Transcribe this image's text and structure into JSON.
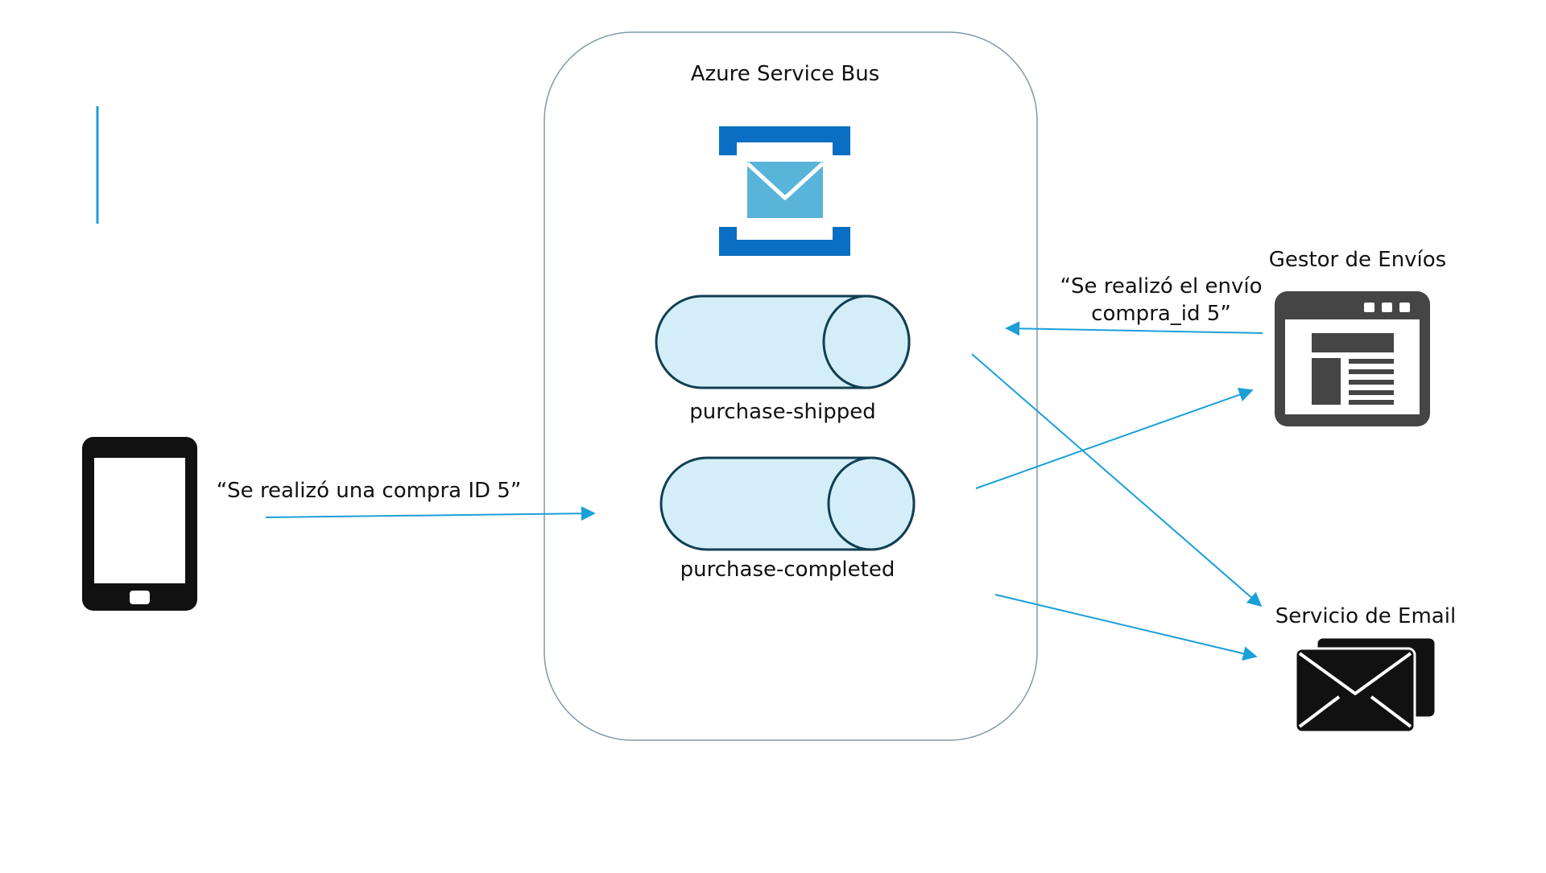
{
  "diagram": {
    "container_title": "Azure Service Bus",
    "queues": [
      {
        "label": "purchase-shipped"
      },
      {
        "label": "purchase-completed"
      }
    ],
    "messages": {
      "purchase": "“Se realizó una compra ID 5”",
      "shipped_line1": "“Se realizó el envío",
      "shipped_line2": "compra_id 5”"
    },
    "services": {
      "shipping": "Gestor de Envíos",
      "email": "Servicio de Email"
    },
    "icons": {
      "client": "mobile-phone-icon",
      "bus": "service-bus-icon",
      "shipping": "browser-window-icon",
      "email": "envelopes-icon"
    },
    "colors": {
      "arrow": "#1aa0d8",
      "accent_bar": "#1aa0d8",
      "bus_frame": "#0a6fc2",
      "bus_envelope": "#59b4d9",
      "queue_fill": "#d4eef9",
      "queue_stroke": "#123f52",
      "container_stroke": "#7f9aa6"
    }
  }
}
